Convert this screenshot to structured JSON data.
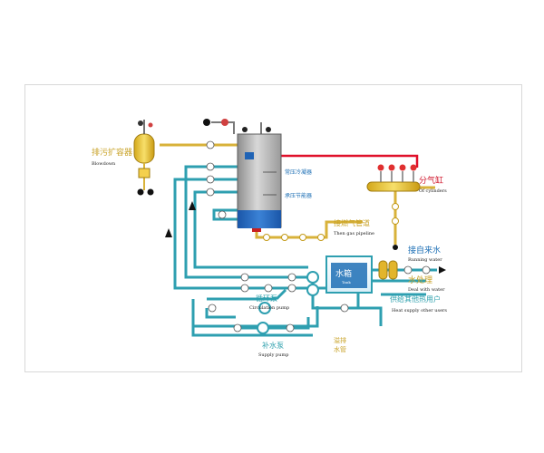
{
  "colors": {
    "teal": "#2e9fb0",
    "gas": "#d8b23a",
    "red": "#e0102a",
    "gray": "#9a9a9a",
    "blue": "#1f63b5",
    "label_gold": "#c8a227",
    "label_red": "#d0172c",
    "label_teal": "#2ea0ad",
    "label_blue": "#1d6fb5"
  },
  "icons": [
    "valve-icon",
    "pump-icon",
    "flow-arrow-icon",
    "gauge-icon"
  ],
  "labels": {
    "blowdown_zh": "排污扩容器",
    "blowdown_en": "Blowdown",
    "condenser": "常压冷凝器",
    "economizer": "承压节能器",
    "gas_zh": "接燃气管道",
    "gas_en": "Then gas pipeline",
    "cylinder_zh": "分气缸",
    "cylinder_en": "Of cylinders",
    "running_zh": "接自来水",
    "running_en": "Running water",
    "treat_zh": "水处理",
    "treat_en": "Deal with water",
    "heat_zh": "供给其他热用户",
    "heat_en": "Heat supply other users",
    "circ_zh": "循环泵",
    "circ_en": "Circulation pump",
    "tank_zh": "水箱",
    "tank_en": "Tank",
    "supply_zh": "补水泵",
    "supply_en": "Supply pump",
    "overflow_zh_1": "溢排",
    "overflow_zh_2": "水管"
  }
}
